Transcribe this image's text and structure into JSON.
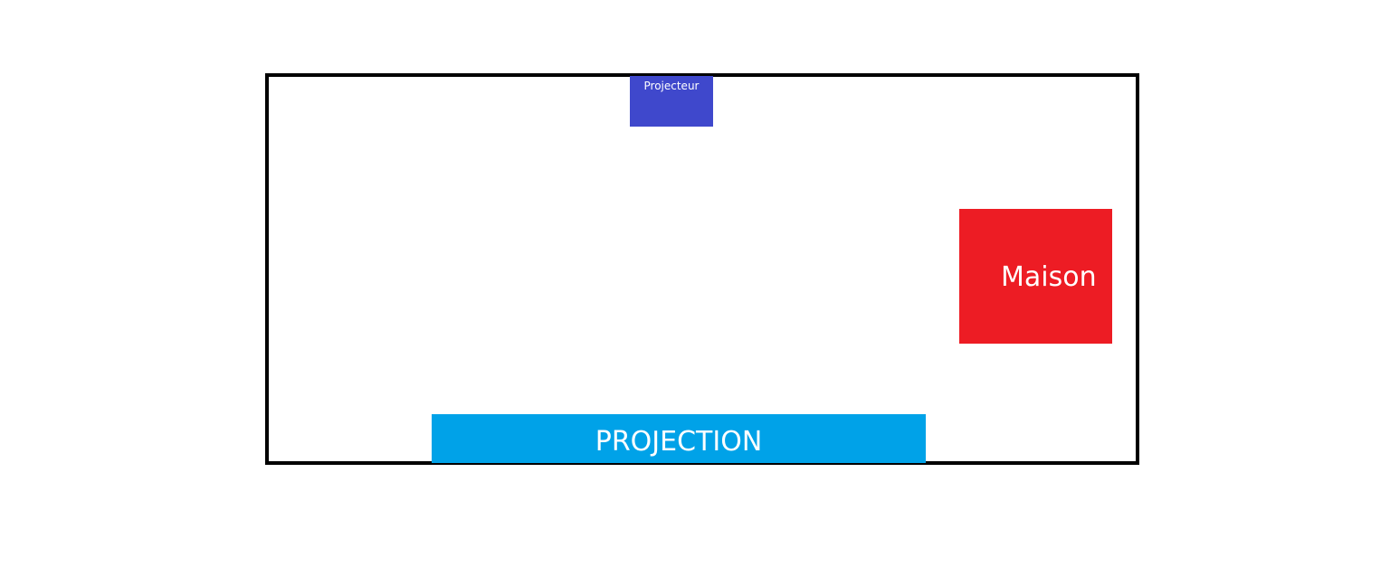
{
  "diagram": {
    "room": {
      "border_color": "#000000"
    },
    "projecteur": {
      "label": "Projecteur",
      "color": "#3f48cc"
    },
    "maison": {
      "label": "Maison",
      "color": "#ed1c24"
    },
    "projection": {
      "label": "PROJECTION",
      "color": "#00a2e8"
    }
  }
}
